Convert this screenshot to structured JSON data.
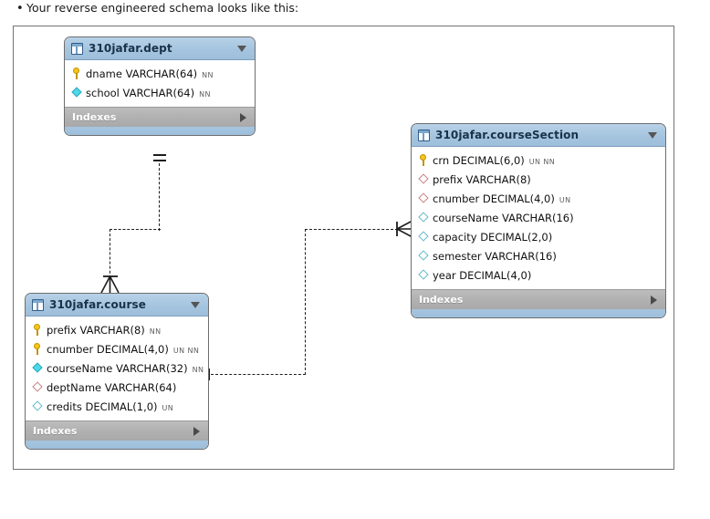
{
  "caption": {
    "bullet": "•",
    "text": "Your reverse engineered schema looks like this:"
  },
  "diagram": {
    "indexes_label": "Indexes",
    "tables": [
      {
        "id": "dept",
        "title": "310jafar.dept",
        "icon": "table-icon",
        "menu_icon": "chevron-down-icon",
        "expander_icon": "chevron-right-icon",
        "columns": [
          {
            "icon": "primary-key-icon",
            "name": "dname VARCHAR(64)",
            "flags": "NN"
          },
          {
            "icon": "column-filled-diamond-icon",
            "name": "school VARCHAR(64)",
            "flags": "NN"
          }
        ]
      },
      {
        "id": "courseSection",
        "title": "310jafar.courseSection",
        "icon": "table-icon",
        "menu_icon": "chevron-down-icon",
        "expander_icon": "chevron-right-icon",
        "columns": [
          {
            "icon": "primary-key-icon",
            "name": "crn DECIMAL(6,0)",
            "flags": "UN NN"
          },
          {
            "icon": "foreign-key-diamond-icon",
            "name": "prefix VARCHAR(8)",
            "flags": ""
          },
          {
            "icon": "foreign-key-diamond-icon",
            "name": "cnumber DECIMAL(4,0)",
            "flags": "UN"
          },
          {
            "icon": "column-open-diamond-icon",
            "name": "courseName VARCHAR(16)",
            "flags": ""
          },
          {
            "icon": "column-open-diamond-icon",
            "name": "capacity DECIMAL(2,0)",
            "flags": ""
          },
          {
            "icon": "column-open-diamond-icon",
            "name": "semester VARCHAR(16)",
            "flags": ""
          },
          {
            "icon": "column-open-diamond-icon",
            "name": "year DECIMAL(4,0)",
            "flags": ""
          }
        ]
      },
      {
        "id": "course",
        "title": "310jafar.course",
        "icon": "table-icon",
        "menu_icon": "chevron-down-icon",
        "expander_icon": "chevron-right-icon",
        "columns": [
          {
            "icon": "primary-key-icon",
            "name": "prefix VARCHAR(8)",
            "flags": "NN"
          },
          {
            "icon": "primary-key-icon",
            "name": "cnumber DECIMAL(4,0)",
            "flags": "UN NN"
          },
          {
            "icon": "column-filled-diamond-icon",
            "name": "courseName VARCHAR(32)",
            "flags": "NN"
          },
          {
            "icon": "foreign-key-diamond-icon",
            "name": "deptName VARCHAR(64)",
            "flags": ""
          },
          {
            "icon": "column-open-diamond-icon",
            "name": "credits DECIMAL(1,0)",
            "flags": "UN"
          }
        ]
      }
    ],
    "relationships": [
      {
        "id": "dept-course",
        "from": "310jafar.dept",
        "to": "310jafar.course",
        "style": "non-identifying-dashed",
        "from_cardinality": "one",
        "to_cardinality": "many"
      },
      {
        "id": "course-courseSection",
        "from": "310jafar.course",
        "to": "310jafar.courseSection",
        "style": "non-identifying-dashed",
        "from_cardinality": "one",
        "to_cardinality": "many"
      }
    ]
  },
  "colors": {
    "header_blue": "#a5c4de",
    "indexes_gray": "#b1b1b1",
    "key_yellow": "#f5c518",
    "diamond_cyan": "#4fd8e8",
    "diamond_red": "#c98080",
    "frame_border": "#737373"
  }
}
